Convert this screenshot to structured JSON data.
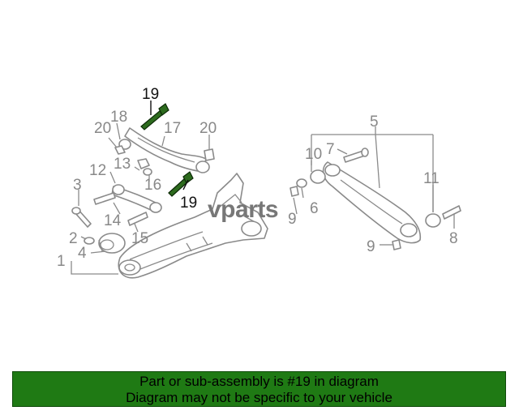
{
  "watermark": {
    "text": "vparts"
  },
  "callouts": {
    "c1": "1",
    "c2": "2",
    "c3": "3",
    "c4": "4",
    "c5": "5",
    "c6": "6",
    "c7": "7",
    "c8": "8",
    "c9a": "9",
    "c9b": "9",
    "c10": "10",
    "c11": "11",
    "c12": "12",
    "c13": "13",
    "c14": "14",
    "c15": "15",
    "c16": "16",
    "c17": "17",
    "c18": "18",
    "c19a": "19",
    "c19b": "19",
    "c20a": "20",
    "c20b": "20"
  },
  "highlight": {
    "part_number": "19",
    "color": "#2d6b1e"
  },
  "banner": {
    "line1": "Part or sub-assembly is #19 in diagram",
    "line2": "Diagram may not be specific to your vehicle",
    "background": "#1f7a14"
  }
}
